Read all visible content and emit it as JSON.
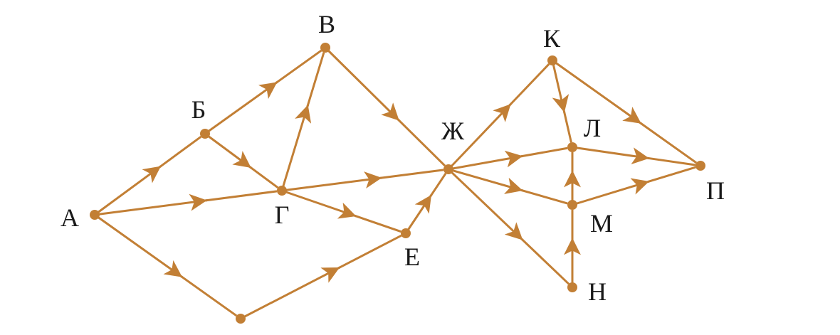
{
  "graph": {
    "color": "#c27f35",
    "label_color": "#1a1a1a",
    "nodes": [
      {
        "id": "A",
        "label": "А"
      },
      {
        "id": "B",
        "label": "Б"
      },
      {
        "id": "V",
        "label": "В"
      },
      {
        "id": "G",
        "label": "Г"
      },
      {
        "id": "E",
        "label": "Е"
      },
      {
        "id": "U",
        "label": ""
      },
      {
        "id": "ZH",
        "label": "Ж"
      },
      {
        "id": "K",
        "label": "К"
      },
      {
        "id": "L",
        "label": "Л"
      },
      {
        "id": "M",
        "label": "М"
      },
      {
        "id": "N",
        "label": "Н"
      },
      {
        "id": "P",
        "label": "П"
      }
    ],
    "edges": [
      {
        "from": "A",
        "to": "B"
      },
      {
        "from": "A",
        "to": "G"
      },
      {
        "from": "A",
        "to": "U"
      },
      {
        "from": "B",
        "to": "V"
      },
      {
        "from": "B",
        "to": "G"
      },
      {
        "from": "G",
        "to": "V"
      },
      {
        "from": "G",
        "to": "ZH"
      },
      {
        "from": "G",
        "to": "E"
      },
      {
        "from": "U",
        "to": "E"
      },
      {
        "from": "V",
        "to": "ZH"
      },
      {
        "from": "E",
        "to": "ZH"
      },
      {
        "from": "ZH",
        "to": "K"
      },
      {
        "from": "ZH",
        "to": "L"
      },
      {
        "from": "ZH",
        "to": "M"
      },
      {
        "from": "ZH",
        "to": "N"
      },
      {
        "from": "K",
        "to": "L"
      },
      {
        "from": "K",
        "to": "P"
      },
      {
        "from": "L",
        "to": "P"
      },
      {
        "from": "M",
        "to": "L"
      },
      {
        "from": "M",
        "to": "P"
      },
      {
        "from": "N",
        "to": "M"
      }
    ]
  }
}
